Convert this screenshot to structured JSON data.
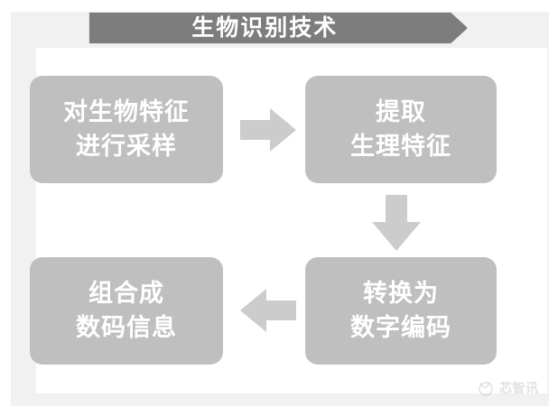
{
  "figure": {
    "title": "生物识别技术",
    "background_color": "#ffffff",
    "frame_color": "#f1f1f1",
    "canvas_color": "#ffffff",
    "banner_color": "#7d7d7d",
    "box_color": "#bfbfbf",
    "arrow_color": "#cccccc",
    "text_color": "#ffffff"
  },
  "steps": [
    {
      "id": "sample",
      "line1": "对生物特征",
      "line2": "进行采样"
    },
    {
      "id": "extract",
      "line1": "提取",
      "line2": "生理特征"
    },
    {
      "id": "convert",
      "line1": "转换为",
      "line2": "数字编码"
    },
    {
      "id": "combine",
      "line1": "组合成",
      "line2": "数码信息"
    }
  ],
  "arrows": [
    {
      "id": "sample-to-extract",
      "direction": "right"
    },
    {
      "id": "extract-to-convert",
      "direction": "down"
    },
    {
      "id": "convert-to-combine",
      "direction": "left"
    }
  ],
  "watermark": {
    "text": "芯智讯",
    "icon": "logo-mark-icon"
  }
}
